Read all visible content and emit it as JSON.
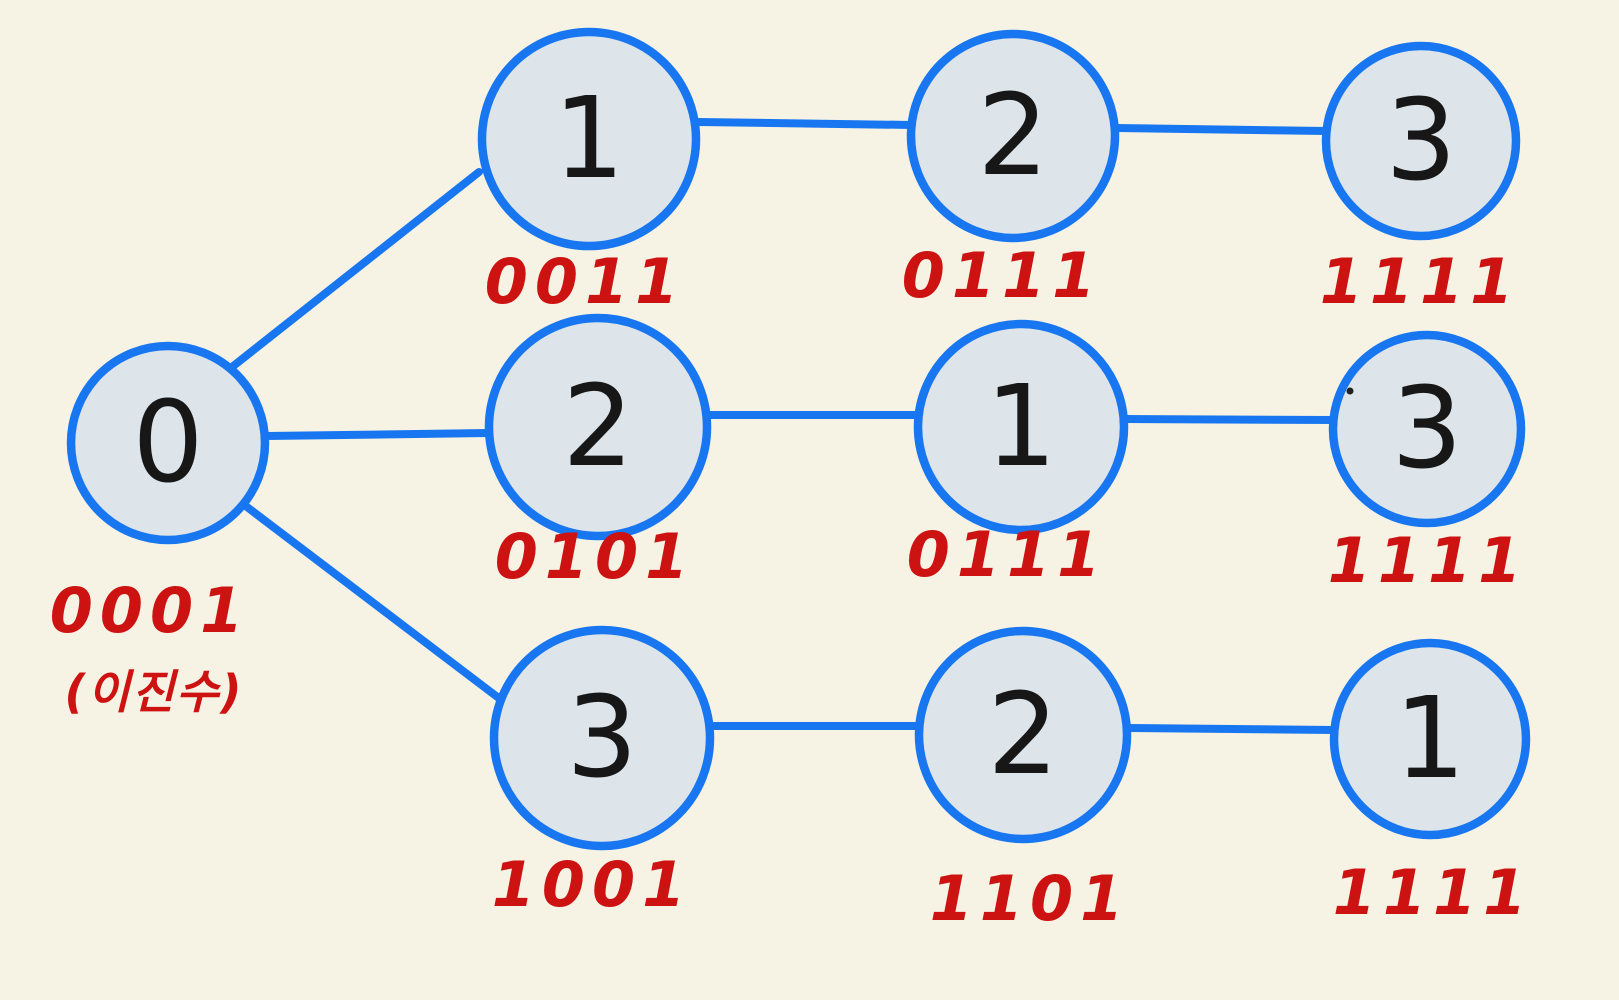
{
  "diagram": {
    "title": "hand-drawn permutation tree with binary labels",
    "colors": {
      "background": "#f7f3e4",
      "node_fill": "#dde5ea",
      "node_stroke_blue": "#1877f0",
      "label_red": "#cd1212",
      "digit_black": "#171717"
    },
    "root": {
      "value": "0",
      "binary": "0001",
      "note": "(이진수)"
    },
    "rows": [
      {
        "nodes": [
          {
            "value": "1",
            "binary": "0011"
          },
          {
            "value": "2",
            "binary": "0111"
          },
          {
            "value": "3",
            "binary": "1111"
          }
        ]
      },
      {
        "nodes": [
          {
            "value": "2",
            "binary": "0101"
          },
          {
            "value": "1",
            "binary": "0111"
          },
          {
            "value": "3",
            "binary": "1111"
          }
        ]
      },
      {
        "nodes": [
          {
            "value": "3",
            "binary": "1001"
          },
          {
            "value": "2",
            "binary": "1101"
          },
          {
            "value": "1",
            "binary": "1111"
          }
        ]
      }
    ]
  }
}
